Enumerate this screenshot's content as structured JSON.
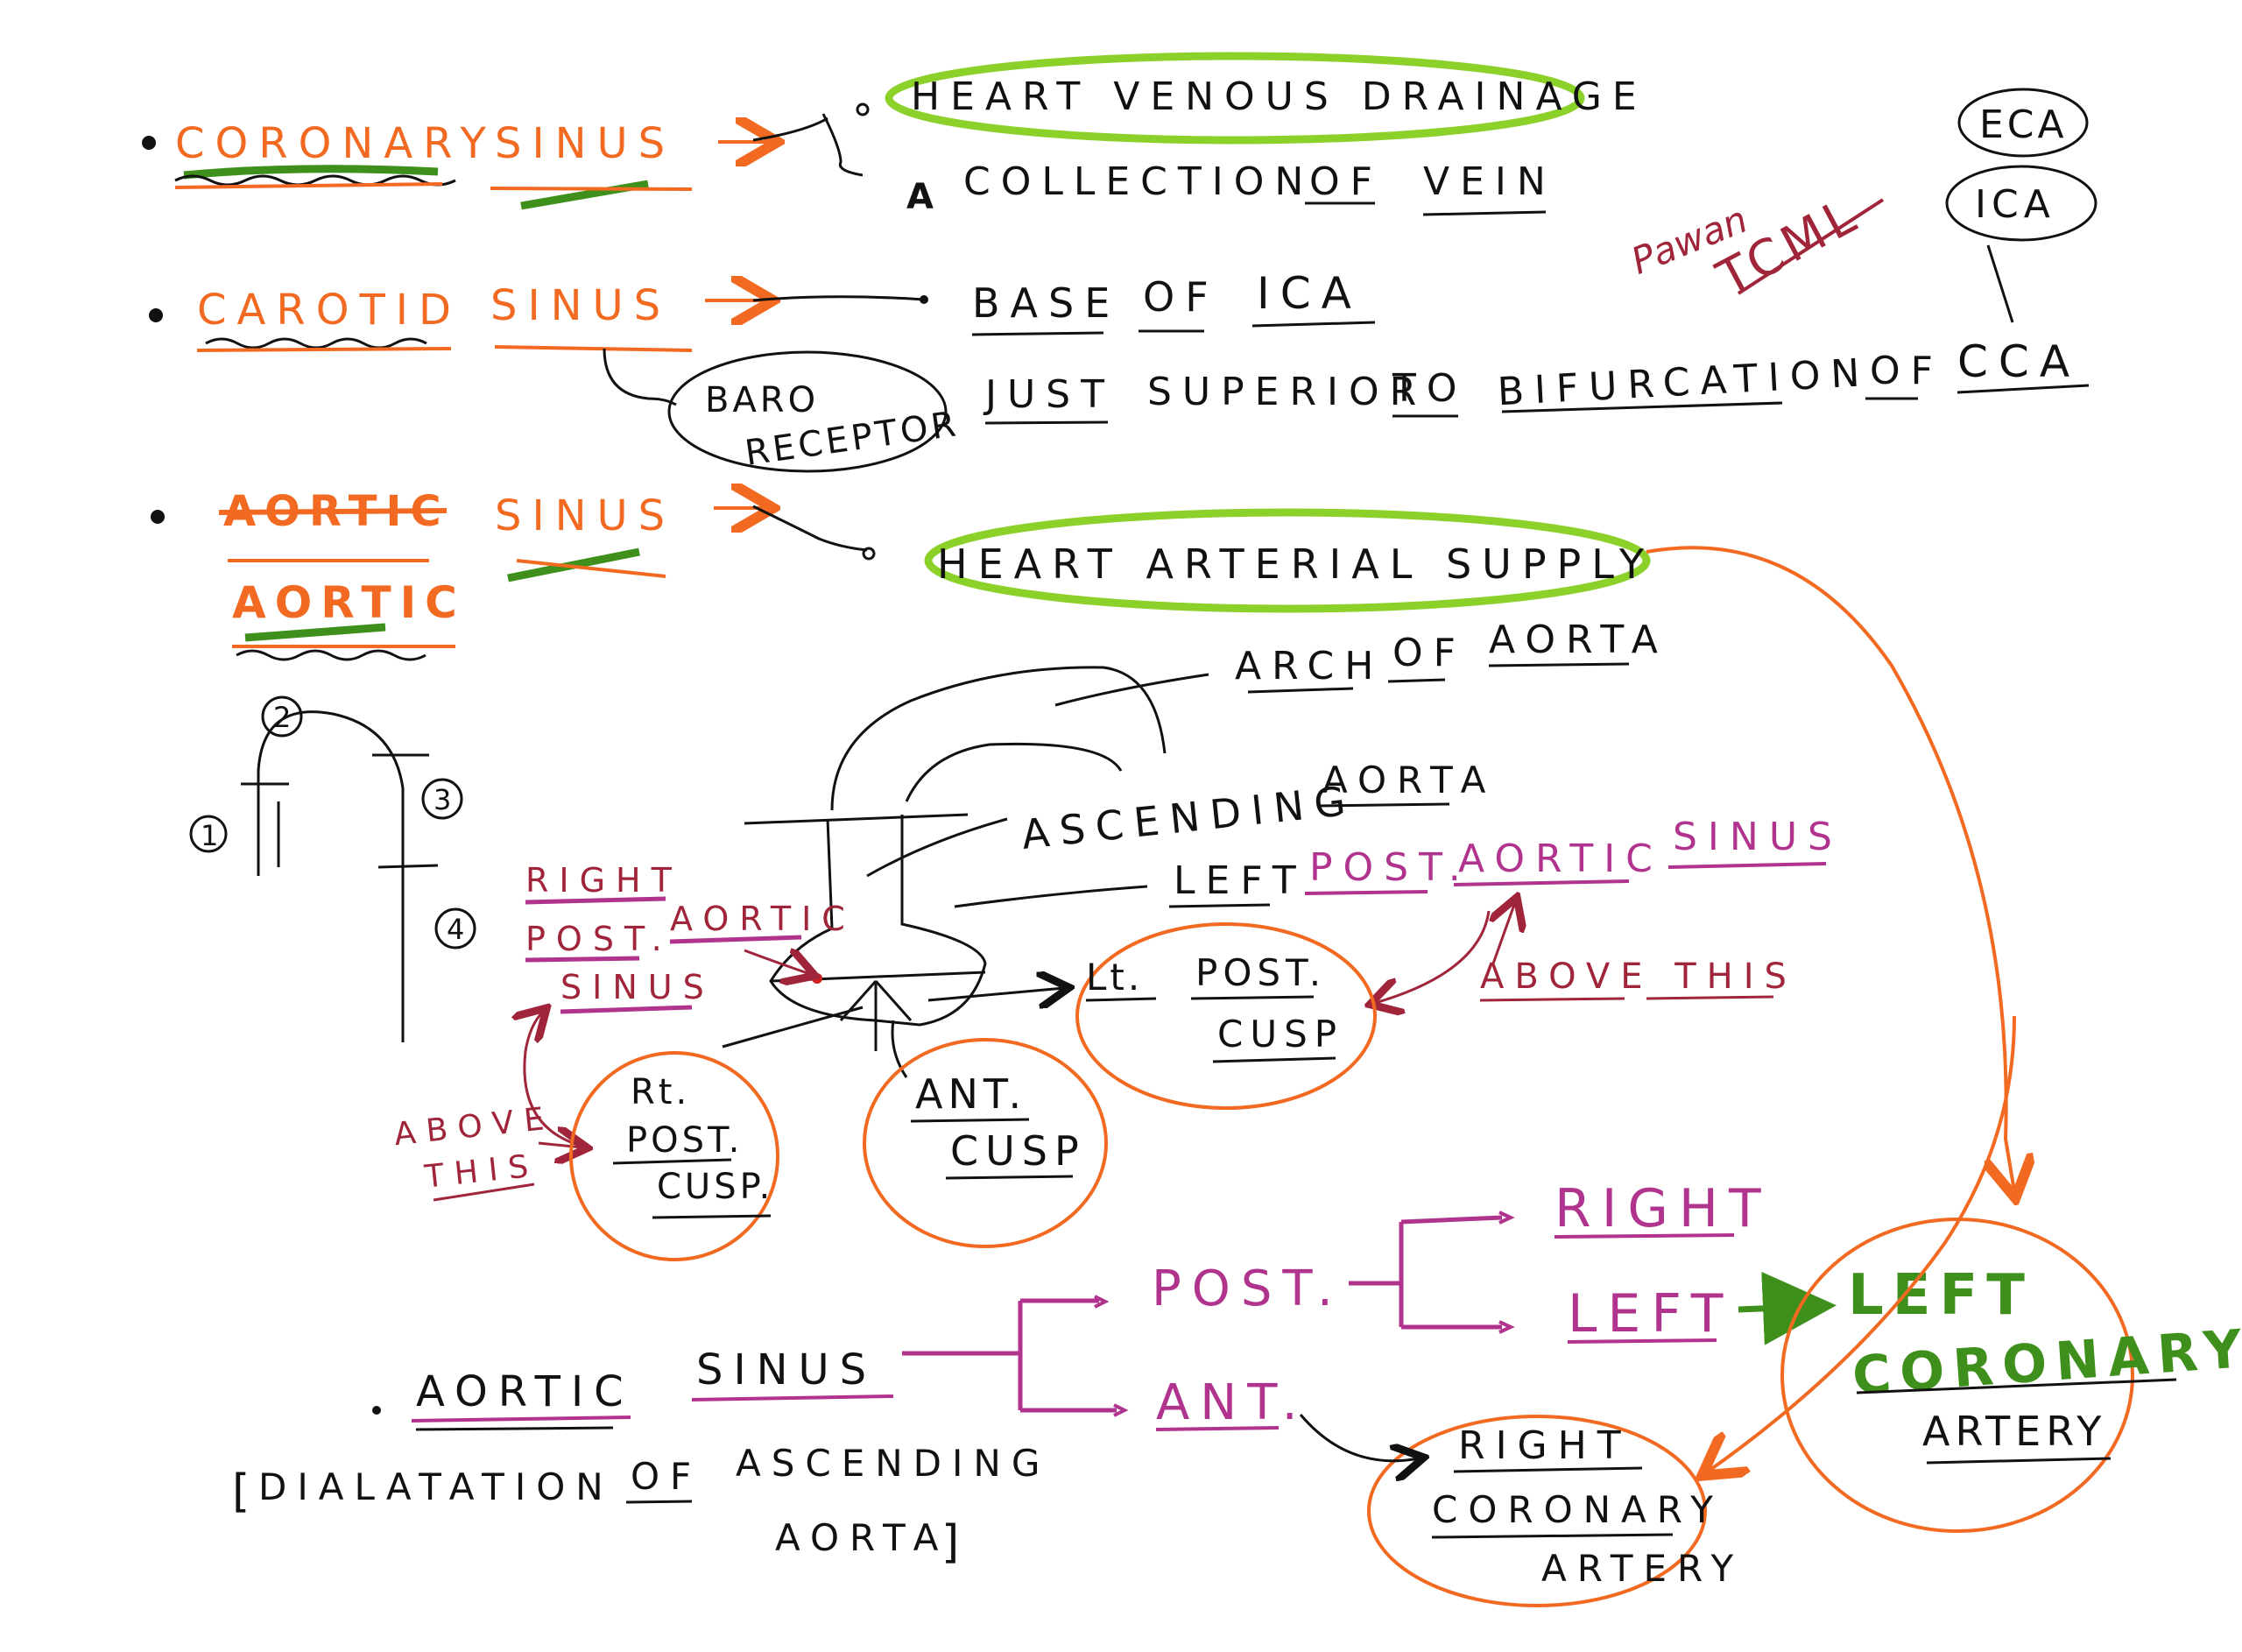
{
  "colors": {
    "ink": "#111111",
    "orange": "#f26a21",
    "green": "#3f8f1c",
    "lime": "#8bd12a",
    "magenta": "#b0338e",
    "crimson": "#a0253a",
    "red": "#d41f1f"
  },
  "coronary": {
    "title_word1": "CORONARY",
    "title_word2": "SINUS",
    "line1": "HEART VENOUS DRAINAGE",
    "line2_marker": "A",
    "line2_w1": "COLLECTION",
    "line2_w2": "OF",
    "line2_w3": "VEIN"
  },
  "carotid": {
    "title_word1": "CAROTID",
    "title_word2": "SINUS",
    "line1_w1": "BASE",
    "line1_w2": "OF",
    "line1_w3": "ICA",
    "baro_line1": "BARO",
    "baro_line2": "RECEPTOR",
    "line2_w1": "JUST",
    "line2_w2": "SUPERIOR",
    "line2_w3": "TO",
    "line2_w4": "BIFURCATION",
    "line2_w5": "OF",
    "line2_w6": "CCA"
  },
  "corner": {
    "eca": "ECA",
    "ica": "ICA",
    "signature": "Pawan",
    "tcml": "TCML"
  },
  "aortic": {
    "struck_word": "AORTIC",
    "title_word1": "AORTIC",
    "title_word2": "SINUS",
    "line1": "HEART ARTERIAL SUPPLY",
    "arch_w1": "ARCH",
    "arch_w2": "OF",
    "arch_w3": "AORTA"
  },
  "segments": {
    "n1": "1",
    "n2": "2",
    "n3": "3",
    "n4": "4"
  },
  "diagram": {
    "ascending_w1": "ASCENDING",
    "ascending_w2": "AORTA",
    "left_w1": "LEFT",
    "left_w2": "POST.",
    "left_w3": "AORTIC",
    "left_w4": "SINUS",
    "above_this_right": "ABOVE THIS",
    "right_l1": "RIGHT",
    "right_l2a": "POST.",
    "right_l2b": "AORTIC",
    "right_l3": "SINUS",
    "above_l1": "ABOVE",
    "above_l2": "THIS",
    "lt_l1a": "Lt.",
    "lt_l1b": "POST.",
    "lt_l2": "CUSP",
    "rt_l1": "Rt.",
    "rt_l2": "POST.",
    "rt_l3": "CUSP.",
    "ant_l1": "ANT.",
    "ant_l2": "CUSP"
  },
  "bottom": {
    "sinus_w1": "AORTIC",
    "sinus_w2": "SINUS",
    "dilatation_l1a": "DIALATATION",
    "dilatation_l1b": "OF",
    "dilatation_l1c": "ASCENDING",
    "dilatation_l2": "AORTA",
    "post": "POST.",
    "ant": "ANT.",
    "right": "RIGHT",
    "left": "LEFT",
    "lca_l1": "LEFT",
    "lca_l2": "CORONARY",
    "lca_l3": "ARTERY",
    "rca_l1": "RIGHT",
    "rca_l2": "CORONARY",
    "rca_l3": "ARTERY"
  }
}
